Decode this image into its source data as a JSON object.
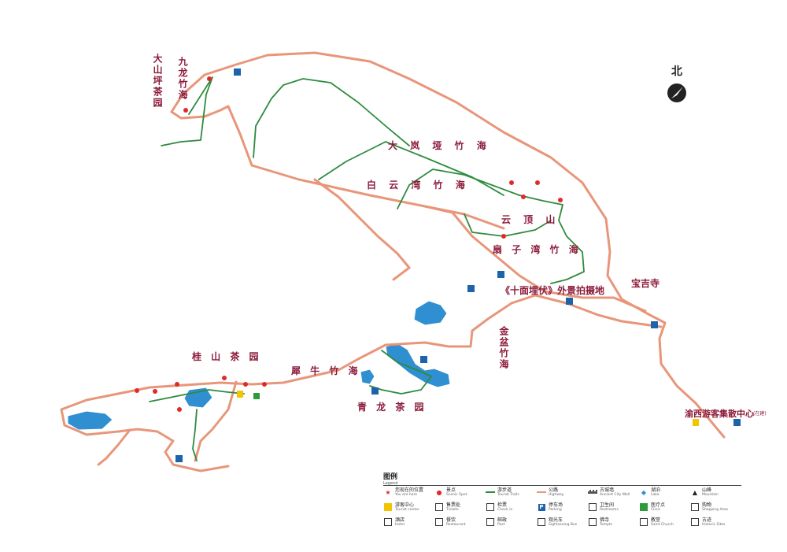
{
  "compass": {
    "label": "北",
    "icon": "north-arrow-icon"
  },
  "areas": [
    {
      "id": "dashanping",
      "text": "大山坪茶园"
    },
    {
      "id": "jiulong",
      "text": "九龙竹海"
    },
    {
      "id": "dalanya",
      "text": "大 岚 垭 竹 海"
    },
    {
      "id": "baiyunwan",
      "text": "白 云 湾 竹 海"
    },
    {
      "id": "yunding",
      "text": "云 顶 山"
    },
    {
      "id": "shanziwan",
      "text": "扇 子 湾 竹 海"
    },
    {
      "id": "film",
      "text": "《十面埋伏》外景拍摄地"
    },
    {
      "id": "baojisi",
      "text": "宝吉寺"
    },
    {
      "id": "jinpen",
      "text": "金盆竹海"
    },
    {
      "id": "guishan",
      "text": "桂 山 茶 园"
    },
    {
      "id": "xiniu",
      "text": "犀 牛 竹 海"
    },
    {
      "id": "qinglong",
      "text": "青 龙 茶 园"
    },
    {
      "id": "yuxi",
      "text": "渝西游客集散中心"
    },
    {
      "id": "yuxi-note",
      "text": "(在建)"
    }
  ],
  "legend": {
    "title": "图例",
    "subtitle": "Legend",
    "items": [
      {
        "cn": "您现在的位置",
        "en": "You are here",
        "icon": "star-icon"
      },
      {
        "cn": "景点",
        "en": "Scenic Spot",
        "icon": "scenic-dot-icon"
      },
      {
        "cn": "游步道",
        "en": "Tourist Trails",
        "icon": "trail-line-icon"
      },
      {
        "cn": "公路",
        "en": "Highway",
        "icon": "highway-line-icon"
      },
      {
        "cn": "古城墙",
        "en": "Ancient City Wall",
        "icon": "city-wall-icon"
      },
      {
        "cn": "湖泊",
        "en": "Lake",
        "icon": "lake-icon"
      },
      {
        "cn": "山峰",
        "en": "Mountain",
        "icon": "mountain-icon"
      },
      {
        "cn": "游客中心",
        "en": "Tourist center",
        "icon": "info-icon"
      },
      {
        "cn": "售票处",
        "en": "Tickets",
        "icon": "ticket-icon"
      },
      {
        "cn": "检票",
        "en": "Check in",
        "icon": "checkin-icon"
      },
      {
        "cn": "停车场",
        "en": "Parking",
        "icon": "parking-icon"
      },
      {
        "cn": "卫生间",
        "en": "Restrooms",
        "icon": "restroom-icon"
      },
      {
        "cn": "医疗点",
        "en": "Clinic",
        "icon": "clinic-icon"
      },
      {
        "cn": "购物",
        "en": "Shopping Area",
        "icon": "shopping-icon"
      },
      {
        "cn": "酒店",
        "en": "Hotel",
        "icon": "hotel-icon"
      },
      {
        "cn": "餐饮",
        "en": "Restaurant",
        "icon": "restaurant-icon"
      },
      {
        "cn": "邮政",
        "en": "Post",
        "icon": "post-icon"
      },
      {
        "cn": "观光车",
        "en": "Sightseeing Bus",
        "icon": "bus-icon"
      },
      {
        "cn": "佛寺",
        "en": "Temple",
        "icon": "temple-icon"
      },
      {
        "cn": "教堂",
        "en": "Saint Church",
        "icon": "church-icon"
      },
      {
        "cn": "古迹",
        "en": "Historic Sites",
        "icon": "historic-icon"
      }
    ]
  },
  "colors": {
    "road": "#e8967a",
    "trail": "#2e8b3e",
    "lake": "#2f8fd0",
    "area_label": "#8c1b3b",
    "spot": "#e02a2a",
    "parking": "#1c63a9",
    "clinic": "#2f9a3c",
    "info": "#f2c500"
  }
}
